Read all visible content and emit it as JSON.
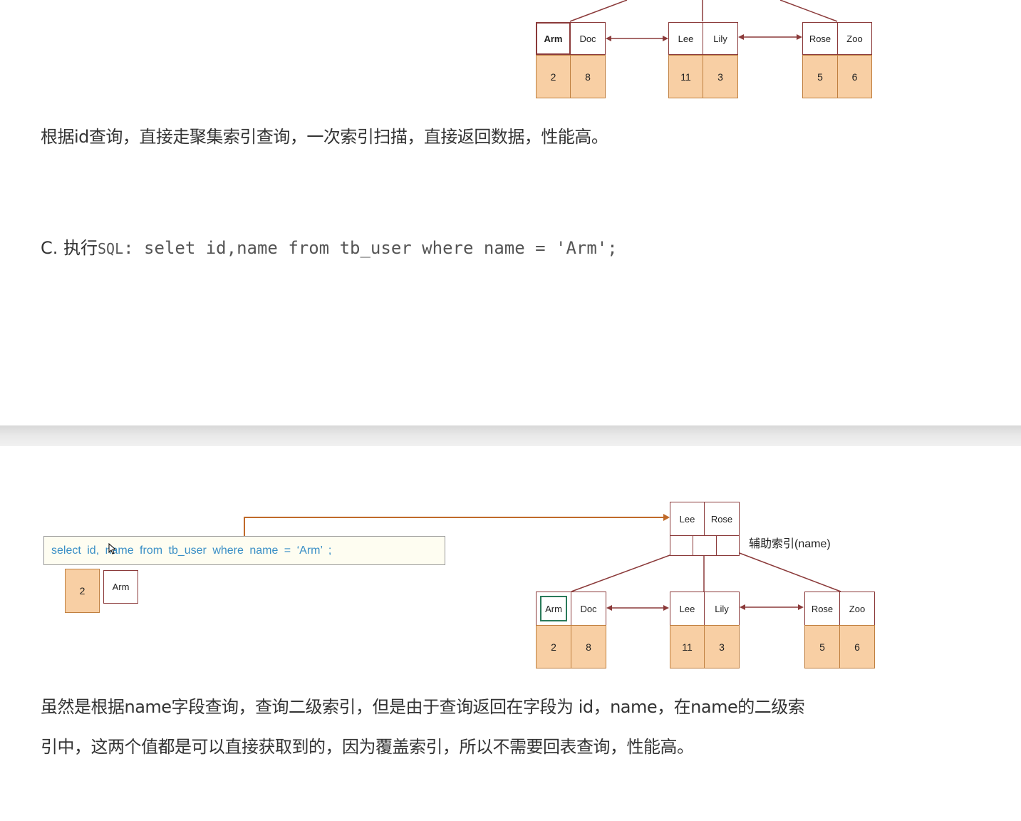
{
  "section_b": {
    "keys": [
      "Arm",
      "Doc",
      "Lee",
      "Lily",
      "Rose",
      "Zoo"
    ],
    "ids": [
      "2",
      "8",
      "11",
      "3",
      "5",
      "6"
    ],
    "caption": "根据id查询，直接走聚集索引查询，一次索引扫描，直接返回数据，性能高。"
  },
  "section_c": {
    "prefix": "C. 执行",
    "sql_word": "SQL",
    "statement": ": selet id,name from tb_user where name = 'Arm';"
  },
  "diagram": {
    "sql_text": "select id, name from tb_user where name = ‘Arm’ ;",
    "result_id": "2",
    "result_name": "Arm",
    "root_keys": [
      "Lee",
      "Rose"
    ],
    "index_label": "辅助索引(name)",
    "leaf_keys": [
      "Arm",
      "Doc",
      "Lee",
      "Lily",
      "Rose",
      "Zoo"
    ],
    "leaf_ids": [
      "2",
      "8",
      "11",
      "3",
      "5",
      "6"
    ]
  },
  "conclusion": {
    "line1": "虽然是根据name字段查询，查询二级索引，但是由于查询返回在字段为 id，name，在name的二级索",
    "line2": "引中，这两个值都是可以直接获取到的，因为覆盖索引，所以不需要回表查询，性能高。"
  }
}
